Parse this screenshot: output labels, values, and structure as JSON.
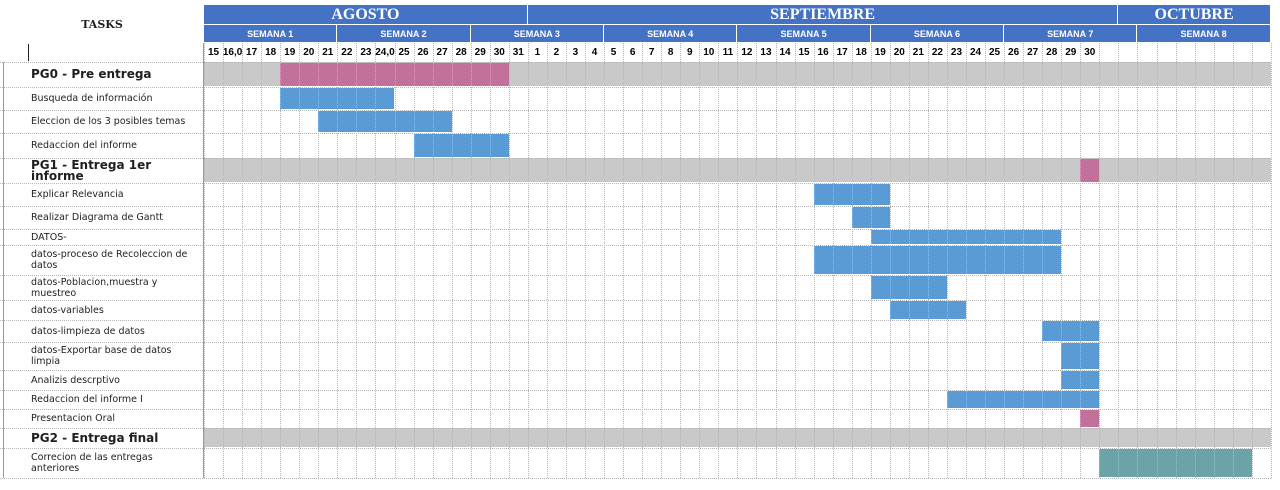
{
  "colors": {
    "header_blue": "#4472c4",
    "bar_blue": "#5b9bd5",
    "bar_pink": "#c2719b",
    "bar_teal": "#6aa3a8",
    "phase_gray": "#c9c9c9"
  },
  "header": {
    "tasks_label": "TASKS",
    "months": [
      "AGOSTO",
      "SEPTIEMBRE",
      "OCTUBRE"
    ],
    "weeks": [
      "SEMANA 1",
      "SEMANA 2",
      "SEMANA 3",
      "SEMANA 4",
      "SEMANA 5",
      "SEMANA 6",
      "SEMANA 7",
      "SEMANA 8"
    ],
    "days": [
      "15",
      "16,0",
      "17",
      "18",
      "19",
      "20",
      "21",
      "22",
      "23",
      "24,0",
      "25",
      "26",
      "27",
      "28",
      "29",
      "30",
      "31",
      "1",
      "2",
      "3",
      "4",
      "5",
      "6",
      "7",
      "8",
      "9",
      "10",
      "11",
      "12",
      "13",
      "14",
      "15",
      "16",
      "17",
      "18",
      "19",
      "20",
      "21",
      "22",
      "23",
      "24",
      "25",
      "26",
      "27",
      "28",
      "29",
      "30",
      "",
      "",
      "",
      "",
      "",
      "",
      "",
      "",
      ""
    ]
  },
  "tasks": [
    {
      "label": "PG0 - Pre entrega",
      "type": "phase",
      "bars": [
        {
          "start": 4,
          "end": 15,
          "color": "pink"
        }
      ]
    },
    {
      "label": "Busqueda de información",
      "type": "task",
      "bars": [
        {
          "start": 4,
          "end": 9,
          "color": "blue"
        }
      ]
    },
    {
      "label": "Eleccion de los 3 posibles temas",
      "type": "task",
      "bars": [
        {
          "start": 6,
          "end": 12,
          "color": "blue"
        }
      ]
    },
    {
      "label": "Redaccion del informe",
      "type": "task",
      "bars": [
        {
          "start": 11,
          "end": 15,
          "color": "blue"
        }
      ]
    },
    {
      "label": "PG1 - Entrega 1er informe",
      "type": "phase",
      "bars": [
        {
          "start": 46,
          "end": 46,
          "color": "pink"
        }
      ]
    },
    {
      "label": "Explicar Relevancia",
      "type": "task",
      "bars": [
        {
          "start": 32,
          "end": 35,
          "color": "blue"
        }
      ]
    },
    {
      "label": "Realizar Diagrama de Gantt",
      "type": "task",
      "bars": [
        {
          "start": 34,
          "end": 35,
          "color": "blue"
        }
      ]
    },
    {
      "label": "DATOS-",
      "type": "task",
      "bars": [
        {
          "start": 35,
          "end": 44,
          "color": "blue"
        }
      ]
    },
    {
      "label": "datos-proceso de Recoleccion de datos",
      "type": "task",
      "bars": [
        {
          "start": 32,
          "end": 44,
          "color": "blue"
        }
      ]
    },
    {
      "label": "datos-Poblacion,muestra y muestreo",
      "type": "task",
      "bars": [
        {
          "start": 35,
          "end": 38,
          "color": "blue"
        }
      ]
    },
    {
      "label": "datos-variables",
      "type": "task",
      "bars": [
        {
          "start": 36,
          "end": 39,
          "color": "blue"
        }
      ]
    },
    {
      "label": "datos-limpieza de datos",
      "type": "task",
      "bars": [
        {
          "start": 44,
          "end": 46,
          "color": "blue"
        }
      ]
    },
    {
      "label": "datos-Exportar base de datos limpia",
      "type": "task",
      "bars": [
        {
          "start": 45,
          "end": 46,
          "color": "blue"
        }
      ]
    },
    {
      "label": "Analizis descrptivo",
      "type": "task",
      "bars": [
        {
          "start": 45,
          "end": 46,
          "color": "blue"
        }
      ]
    },
    {
      "label": "Redaccion del informe I",
      "type": "task",
      "bars": [
        {
          "start": 39,
          "end": 46,
          "color": "blue"
        }
      ]
    },
    {
      "label": "Presentacion Oral",
      "type": "task",
      "bars": [
        {
          "start": 46,
          "end": 46,
          "color": "pink"
        }
      ]
    },
    {
      "label": "PG2 - Entrega final",
      "type": "phase",
      "bars": []
    },
    {
      "label": "Correcion de las entregas anteriores",
      "type": "task",
      "bars": [
        {
          "start": 47,
          "end": 54,
          "color": "teal"
        }
      ]
    }
  ]
}
